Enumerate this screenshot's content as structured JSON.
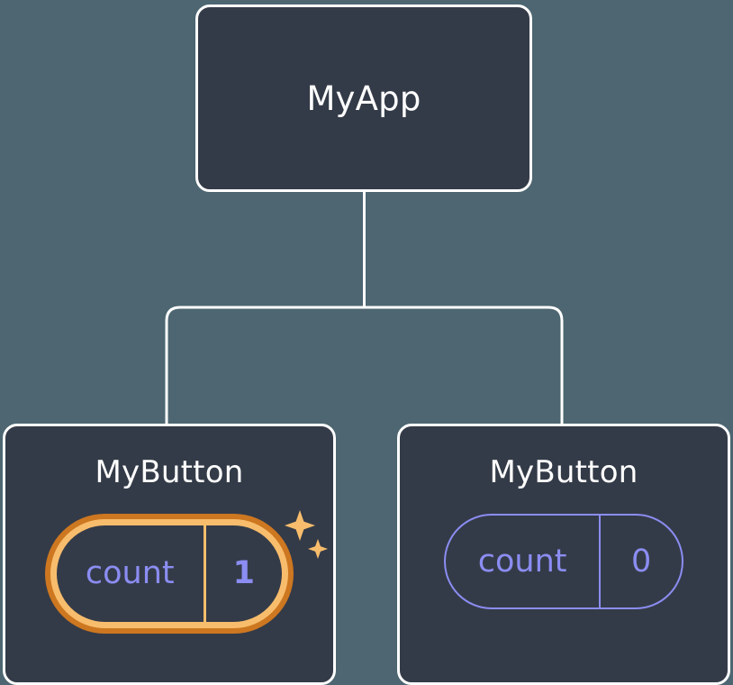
{
  "diagram": {
    "type": "component-tree",
    "background_color": "#4d6671",
    "node_fill_color": "#343b48",
    "node_border_color": "#ffffff",
    "connector_color": "#ffffff",
    "state_accent_color": "#8b8df2",
    "highlight_outer_color": "#cd7721",
    "highlight_inner_color": "#f8bd6c",
    "root": {
      "title": "MyApp"
    },
    "children": [
      {
        "title": "MyButton",
        "state": {
          "label": "count",
          "value": "1"
        },
        "highlighted": true,
        "sparkle_icon": "sparkles-icon"
      },
      {
        "title": "MyButton",
        "state": {
          "label": "count",
          "value": "0"
        },
        "highlighted": false
      }
    ]
  }
}
